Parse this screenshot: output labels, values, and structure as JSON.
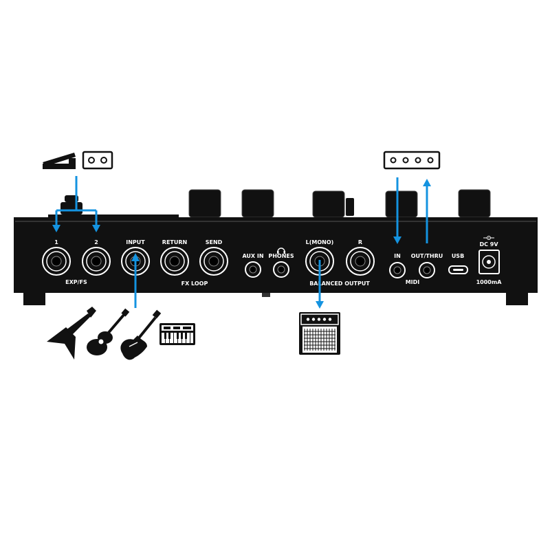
{
  "colors": {
    "panel": "#111111",
    "outline": "#000000",
    "label": "#ffffff",
    "arrow": "#1493e0",
    "background": "#ffffff"
  },
  "jacks": {
    "exp1": "1",
    "exp2": "2",
    "input": "INPUT",
    "return": "RETURN",
    "send": "SEND",
    "aux_in": "AUX IN",
    "phones": "PHONES",
    "l_mono": "L(MONO)",
    "r": "R",
    "midi_in": "IN",
    "midi_out_thru": "OUT/THRU",
    "usb": "USB",
    "dc": "DC 9V"
  },
  "groups": {
    "exp_fs": "EXP/FS",
    "fx_loop": "FX LOOP",
    "balanced_output": "BALANCED OUTPUT",
    "midi": "MIDI",
    "power_rating": "1000mA"
  },
  "icons": [
    "expression-pedal-icon",
    "footswitch-icon",
    "flying-v-guitar-icon",
    "acoustic-guitar-icon",
    "electric-guitar-icon",
    "keyboard-synth-icon",
    "amplifier-icon",
    "midi-device-icon",
    "headphones-icon"
  ]
}
